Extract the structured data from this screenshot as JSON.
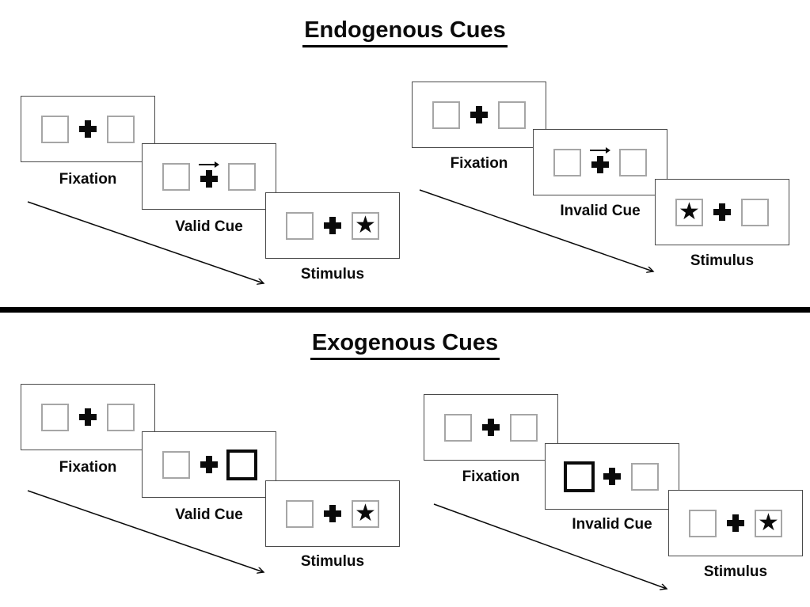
{
  "colors": {
    "ink": "#0a0a0a",
    "panel_border": "#4a4a4a",
    "box_border": "#a6a6a6",
    "divider": "#000000"
  },
  "icons": {
    "star": "★",
    "fixation_cross": "plus-cross",
    "cue_arrow_direction": "right"
  },
  "sections": [
    {
      "title": "Endogenous Cues",
      "trials": [
        {
          "name": "valid",
          "steps": [
            {
              "label": "Fixation"
            },
            {
              "label": "Valid Cue",
              "cue": "central-arrow-right"
            },
            {
              "label": "Stimulus",
              "target_side": "right"
            }
          ]
        },
        {
          "name": "invalid",
          "steps": [
            {
              "label": "Fixation"
            },
            {
              "label": "Invalid Cue",
              "cue": "central-arrow-right"
            },
            {
              "label": "Stimulus",
              "target_side": "left"
            }
          ]
        }
      ]
    },
    {
      "title": "Exogenous Cues",
      "trials": [
        {
          "name": "valid",
          "steps": [
            {
              "label": "Fixation"
            },
            {
              "label": "Valid Cue",
              "cue": "peripheral-box-highlight-right"
            },
            {
              "label": "Stimulus",
              "target_side": "right"
            }
          ]
        },
        {
          "name": "invalid",
          "steps": [
            {
              "label": "Fixation"
            },
            {
              "label": "Invalid Cue",
              "cue": "peripheral-box-highlight-left"
            },
            {
              "label": "Stimulus",
              "target_side": "right"
            }
          ]
        }
      ]
    }
  ]
}
